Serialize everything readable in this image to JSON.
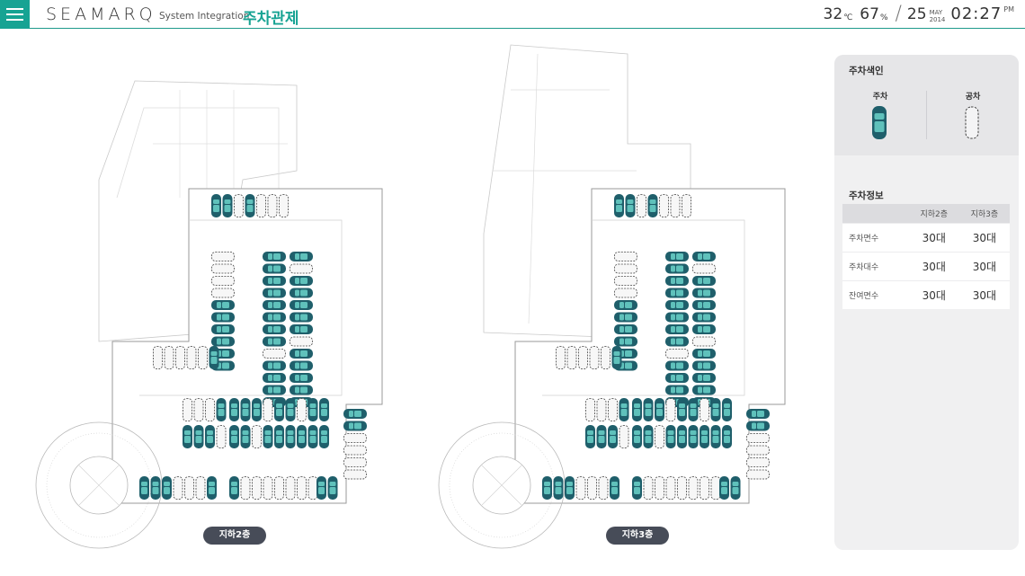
{
  "header": {
    "logo": "SEAMARQ",
    "logo_sub": "System Integration",
    "title": "주차관제",
    "temperature": "32",
    "temperature_unit": "℃",
    "humidity": "67",
    "humidity_unit": "%",
    "day": "25",
    "month": "MAY",
    "year": "2014",
    "time": "02:27",
    "ampm": "PM"
  },
  "floors": [
    {
      "label": "지하2층"
    },
    {
      "label": "지하3층"
    }
  ],
  "legend": {
    "title": "주차색인",
    "parked_label": "주차",
    "empty_label": "공차"
  },
  "info": {
    "title": "주차정보",
    "columns": [
      "",
      "지하2층",
      "지하3층"
    ],
    "rows": [
      {
        "label": "주차면수",
        "values": [
          "30대",
          "30대"
        ]
      },
      {
        "label": "주차대수",
        "values": [
          "30대",
          "30대"
        ]
      },
      {
        "label": "잔여면수",
        "values": [
          "30대",
          "30대"
        ]
      }
    ]
  },
  "colors": {
    "accent": "#17a393",
    "car_body": "#1f5f6b",
    "car_glass": "#5fc1bb",
    "floor_button": "#474c58"
  }
}
